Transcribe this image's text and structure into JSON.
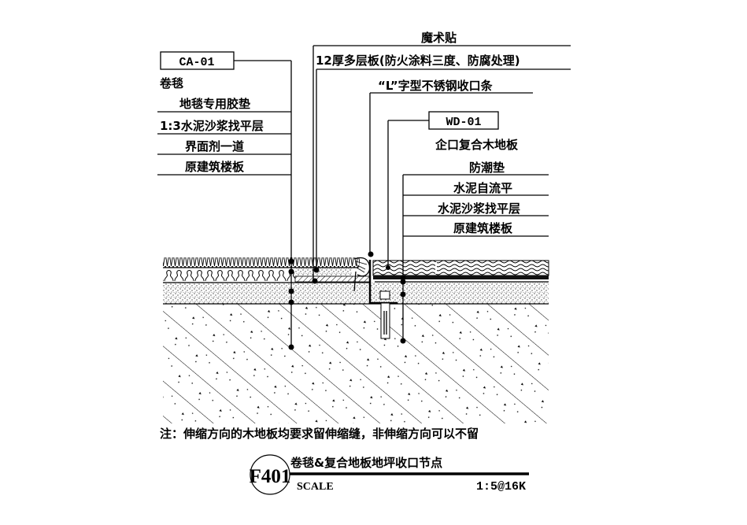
{
  "left_callout": {
    "tag": "CA-01",
    "labels": [
      "卷毯",
      "地毯专用胶垫",
      "1:3水泥沙浆找平层",
      "界面剂一道",
      "原建筑楼板"
    ]
  },
  "top_callout": {
    "labels": [
      "魔术贴",
      "12厚多层板(防火涂料三度、防腐处理)",
      "“L”字型不锈钢收口条"
    ]
  },
  "right_callout": {
    "tag": "WD-01",
    "labels": [
      "企口复合木地板",
      "防潮垫",
      "水泥自流平",
      "水泥沙浆找平层",
      "原建筑楼板"
    ]
  },
  "note": "注：伸缩方向的木地板均要求留伸缩缝，非伸缩方向可以不留",
  "title_block": {
    "id": "F401",
    "title": "卷毯&复合地板地坪收口节点",
    "scale_label": "SCALE",
    "scale_value": "1:5@16K"
  }
}
